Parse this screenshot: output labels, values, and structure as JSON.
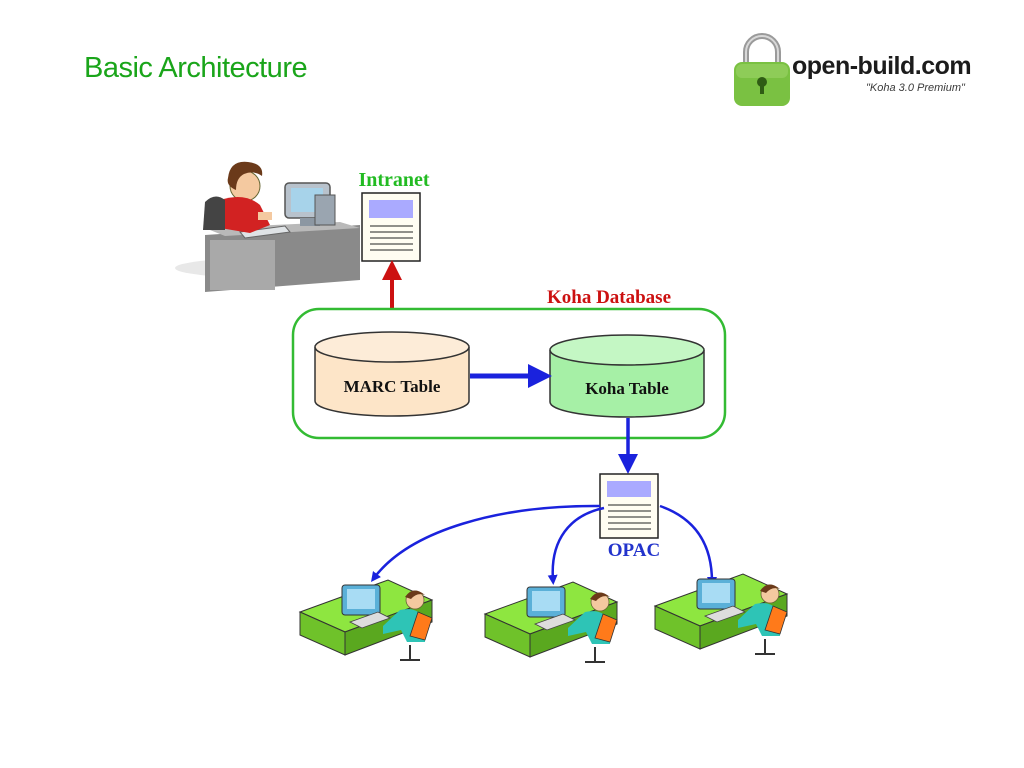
{
  "slide": {
    "title": "Basic Architecture"
  },
  "logo": {
    "name": "open-build.com",
    "tagline": "\"Koha 3.0 Premium\"",
    "icon": "padlock-icon",
    "color": "#7ac142"
  },
  "diagram": {
    "intranet_label": "Intranet",
    "database_label": "Koha Database",
    "marc_table_label": "MARC Table",
    "koha_table_label": "Koha Table",
    "opac_label": "OPAC",
    "colors": {
      "intranet_text": "#22bb22",
      "database_text": "#cc1111",
      "database_border": "#33bb33",
      "marc_fill": "#fde5c8",
      "koha_fill": "#a6f0a6",
      "opac_text": "#2233cc",
      "arrow_red": "#cc1111",
      "arrow_blue": "#1a22dd"
    }
  }
}
